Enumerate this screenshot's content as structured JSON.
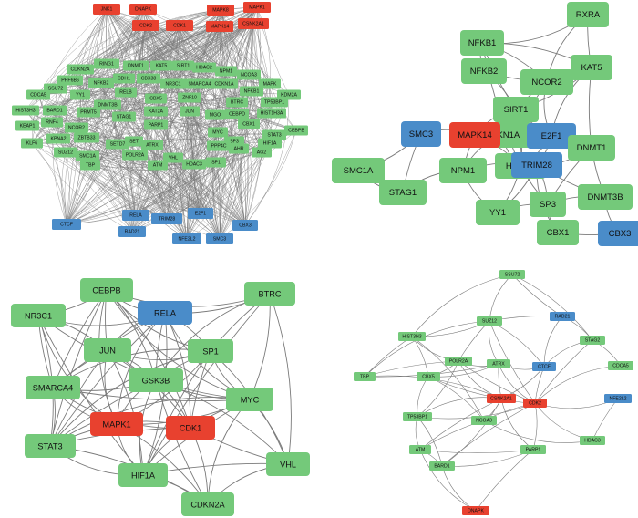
{
  "colors": {
    "green": "#74c97a",
    "red": "#e8412f",
    "blue": "#4a8cc9",
    "edge": "#7a7a7a"
  },
  "panels": [
    {
      "id": "panel-a",
      "nodes": [
        "JNK1",
        "DNAPK",
        "MAPK8",
        "MAPK1",
        "CDK2",
        "CDK1",
        "MAPK14",
        "CSNK2A1",
        "RING1",
        "DNMT1",
        "KAT5",
        "SIRT1",
        "HDAC2",
        "NPM1",
        "NCOA3",
        "CDKN2A",
        "PHF6B6",
        "NFKB2",
        "CDH1",
        "CBX38",
        "NR3C1",
        "SMARCA4",
        "CDKN1A",
        "NFKB1",
        "MAPK",
        "KDM2A",
        "SSU72",
        "YY1",
        "RELB",
        "CBX5",
        "ZNF10",
        "BTRC",
        "TP53BP1",
        "CDCA5",
        "HIST3H3",
        "BARD1",
        "PRMT5",
        "DNMT3B",
        "STAG1",
        "KAT2A",
        "JUN",
        "MGO",
        "CEBPD",
        "CBX1",
        "HIST1H3A",
        "CEBPB",
        "KEAP1",
        "RNF4",
        "NCOR2",
        "PARP1",
        "MYC",
        "SP3",
        "STAT3",
        "HIF1A",
        "KLF6",
        "KPNA2",
        "ZBTB33",
        "SETD7",
        "SET",
        "ATRX",
        "PPP4C",
        "AHR",
        "AG2",
        "SUZ12",
        "SMC1A",
        "POLR2A",
        "TBP",
        "VHL",
        "ATM",
        "HDAC3",
        "SP1",
        "CTCF",
        "RELA",
        "TRIM28",
        "E2F1",
        "CBX3",
        "RAD21",
        "NFE2L2",
        "SMC3"
      ]
    },
    {
      "id": "panel-b",
      "nodes": [
        "RXRA",
        "NFKB1",
        "NFKB2",
        "KAT5",
        "NCOR2",
        "SIRT1",
        "CDKN1A",
        "E2F1",
        "SMC3",
        "MAPK14",
        "HDAC2",
        "DNMT1",
        "SMC1A",
        "NPM1",
        "TRIM28",
        "STAG1",
        "SP3",
        "DNMT3B",
        "YY1",
        "CBX1",
        "CBX3"
      ]
    },
    {
      "id": "panel-c",
      "nodes": [
        "CEBPB",
        "BTRC",
        "NR3C1",
        "RELA",
        "JUN",
        "SP1",
        "GSK3B",
        "SMARCA4",
        "MYC",
        "MAPK1",
        "CDK1",
        "STAT3",
        "VHL",
        "HIF1A",
        "CDKN2A"
      ]
    },
    {
      "id": "panel-d",
      "nodes": [
        "SSU72",
        "RAD21",
        "SUZ12",
        "STAG2",
        "HIST3H3",
        "POLR2A",
        "ATRX",
        "CTCF",
        "CDCA5",
        "TBP",
        "CBX5",
        "CSNK2A1",
        "CDK2",
        "NFE2L2",
        "TP53BP1",
        "NCOA3",
        "HDAC3",
        "ATM",
        "PARP1",
        "BARD1",
        "DNAPK"
      ]
    }
  ]
}
